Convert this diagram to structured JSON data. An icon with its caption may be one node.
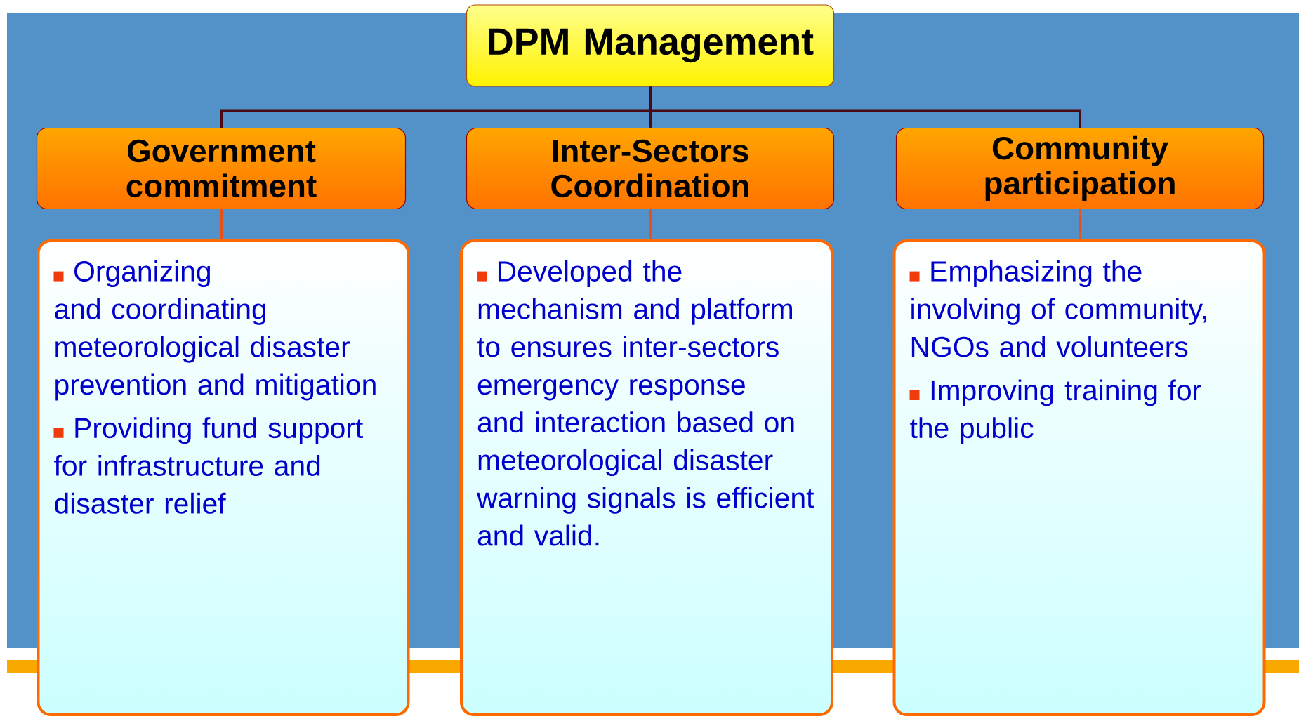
{
  "diagram": {
    "nodes": [
      {
        "text": [
          "DPM Management"
        ]
      },
      {
        "text": [
          "Government commitment"
        ]
      },
      {
        "text": [
          "Inter-Sectors Coordination"
        ]
      },
      {
        "text": [
          "Community participation"
        ]
      },
      {
        "text": [
          "Organizing and coordinating meteorological disaster prevention and mitigation",
          "Providing fund support for infrastructure and disaster relief"
        ]
      },
      {
        "text": [
          "Developed the mechanism and platform to ensures inter-sectors emergency response and interaction based on meteorological disaster warning signals is efficient and valid."
        ]
      },
      {
        "text": [
          "Emphasizing the involving of community, NGOs and volunteers",
          "Improving training for the public"
        ]
      }
    ],
    "edges": [
      {
        "from": 0,
        "to": 1,
        "arrow": "none"
      },
      {
        "from": 0,
        "to": 2,
        "arrow": "none"
      },
      {
        "from": 0,
        "to": 3,
        "arrow": "none"
      },
      {
        "from": 1,
        "to": 4,
        "arrow": "none",
        "color": "#e8501a"
      },
      {
        "from": 2,
        "to": 5,
        "arrow": "none",
        "color": "#e8501a"
      },
      {
        "from": 3,
        "to": 6,
        "arrow": "none",
        "color": "#e8501a"
      }
    ]
  }
}
